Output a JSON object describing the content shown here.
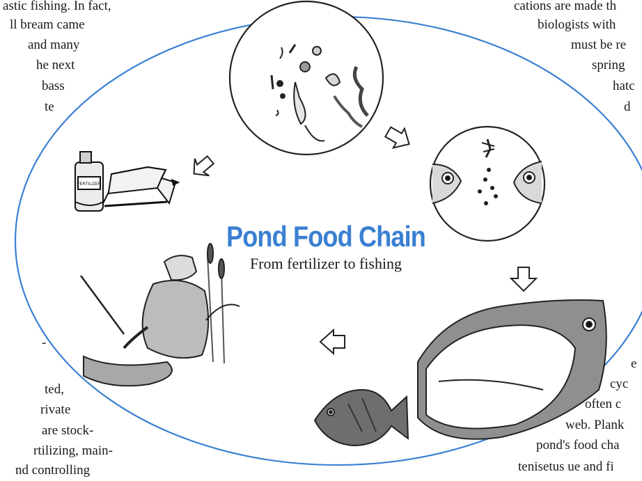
{
  "left_column": {
    "top_lines": [
      "astic fishing. In fact,",
      "ll bream came",
      "and many",
      "he next",
      "bass",
      "te"
    ],
    "bottom_lines": [
      "-",
      "ted,",
      "rivate",
      "are stock-",
      "rtilizing, main-",
      "nd controlling"
    ]
  },
  "right_column": {
    "top_lines": [
      "cations are made th",
      "biologists with",
      "must be re",
      "spring",
      "hatc",
      "d"
    ],
    "bottom_lines": [
      "e",
      "cyc",
      "often c",
      "web. Plank",
      "pond's food cha",
      "tenisetus ue and fi"
    ]
  },
  "diagram": {
    "title": "Pond Food Chain",
    "subtitle": "From fertilizer to fishing",
    "fertilizer_label": "FERTILIZER",
    "accent_color": "#3a80d2"
  }
}
